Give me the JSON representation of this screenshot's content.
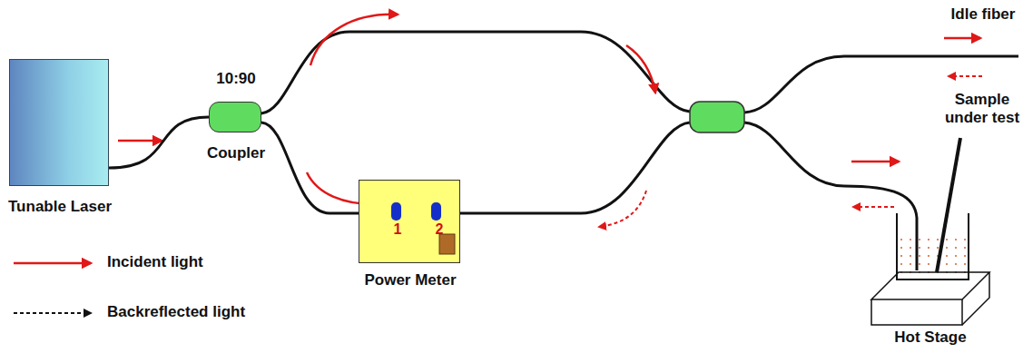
{
  "diagram": {
    "nodes": [
      {
        "text": [
          "Tunable Laser"
        ]
      },
      {
        "text": [
          "10:90",
          "Coupler"
        ]
      },
      {
        "text": [
          "1",
          "2",
          "Power Meter"
        ]
      },
      {
        "text": [
          "Hot Stage"
        ]
      }
    ],
    "edges": [
      {
        "from": 0,
        "to": 1,
        "arrow": "none"
      },
      {
        "from": 1,
        "to": 2,
        "arrow": "none"
      }
    ],
    "labels": [
      "Idle fiber",
      "Sample under test"
    ],
    "legend": [
      {
        "text": "Incident light"
      },
      {
        "text": "Backreflected light"
      }
    ]
  }
}
